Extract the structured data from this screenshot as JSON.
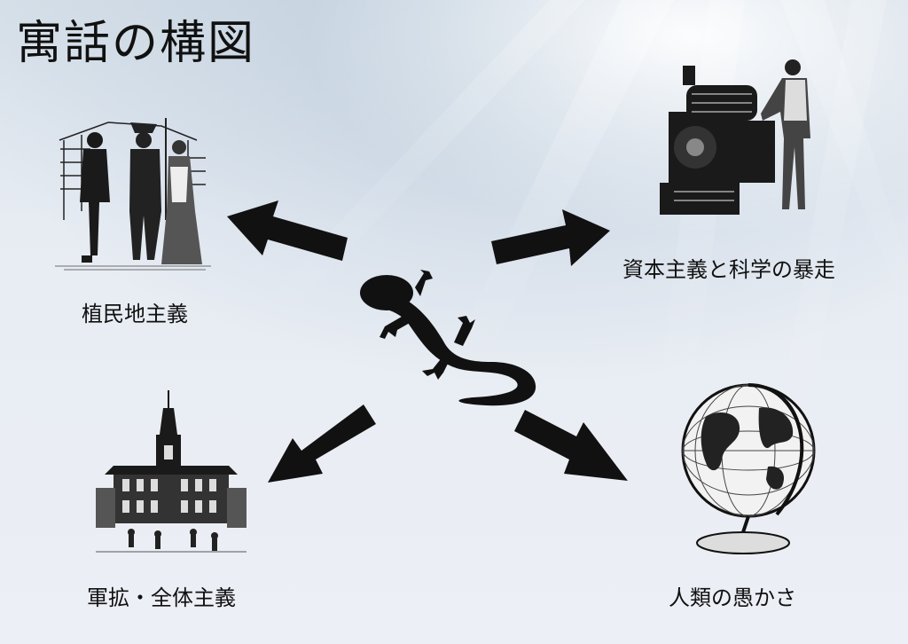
{
  "title": "寓話の構図",
  "nodes": {
    "colonialism": {
      "label": "植民地主義",
      "icon": "colonists-engraving"
    },
    "capitalism": {
      "label": "資本主義と科学の暴走",
      "icon": "printing-press-engraving"
    },
    "militarism": {
      "label": "軍拡・全体主義",
      "icon": "hall-building-engraving"
    },
    "folly": {
      "label": "人類の愚かさ",
      "icon": "globe-engraving"
    }
  },
  "center": {
    "icon": "salamander-silhouette"
  }
}
